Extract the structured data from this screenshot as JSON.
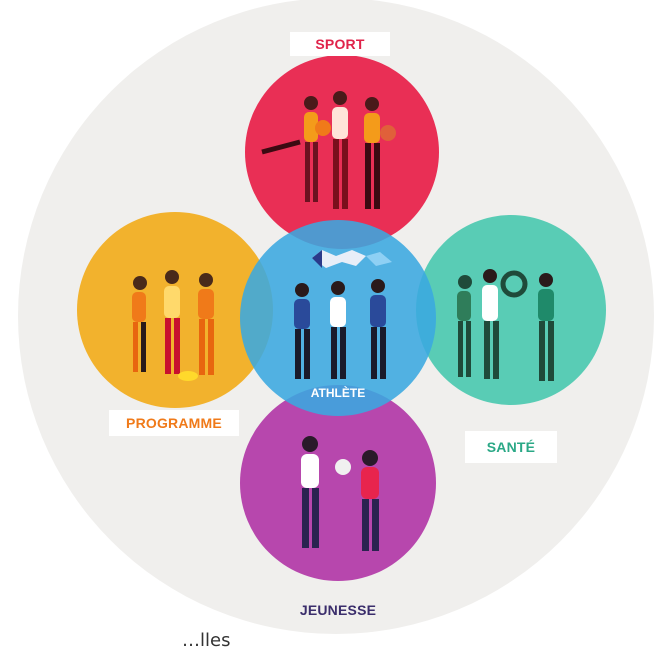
{
  "diagram": {
    "center_label": "ATHLÈTE",
    "nodes": [
      {
        "id": "sport",
        "label": "SPORT",
        "color": "#e8244d",
        "label_color": "#e0234a"
      },
      {
        "id": "sante",
        "label": "SANTÉ",
        "color": "#4cc9b0",
        "label_color": "#2aa886"
      },
      {
        "id": "jeunesse",
        "label": "JEUNESSE",
        "color": "#b33aa8",
        "label_color": "#3a2d6b"
      },
      {
        "id": "programme",
        "label": "PROGRAMME",
        "color": "#f2ad1c",
        "label_color": "#f07a19"
      }
    ],
    "center_color": "#3aa9e0",
    "background_circle_color": "#f0efed",
    "cutoff_text": "…lles"
  }
}
